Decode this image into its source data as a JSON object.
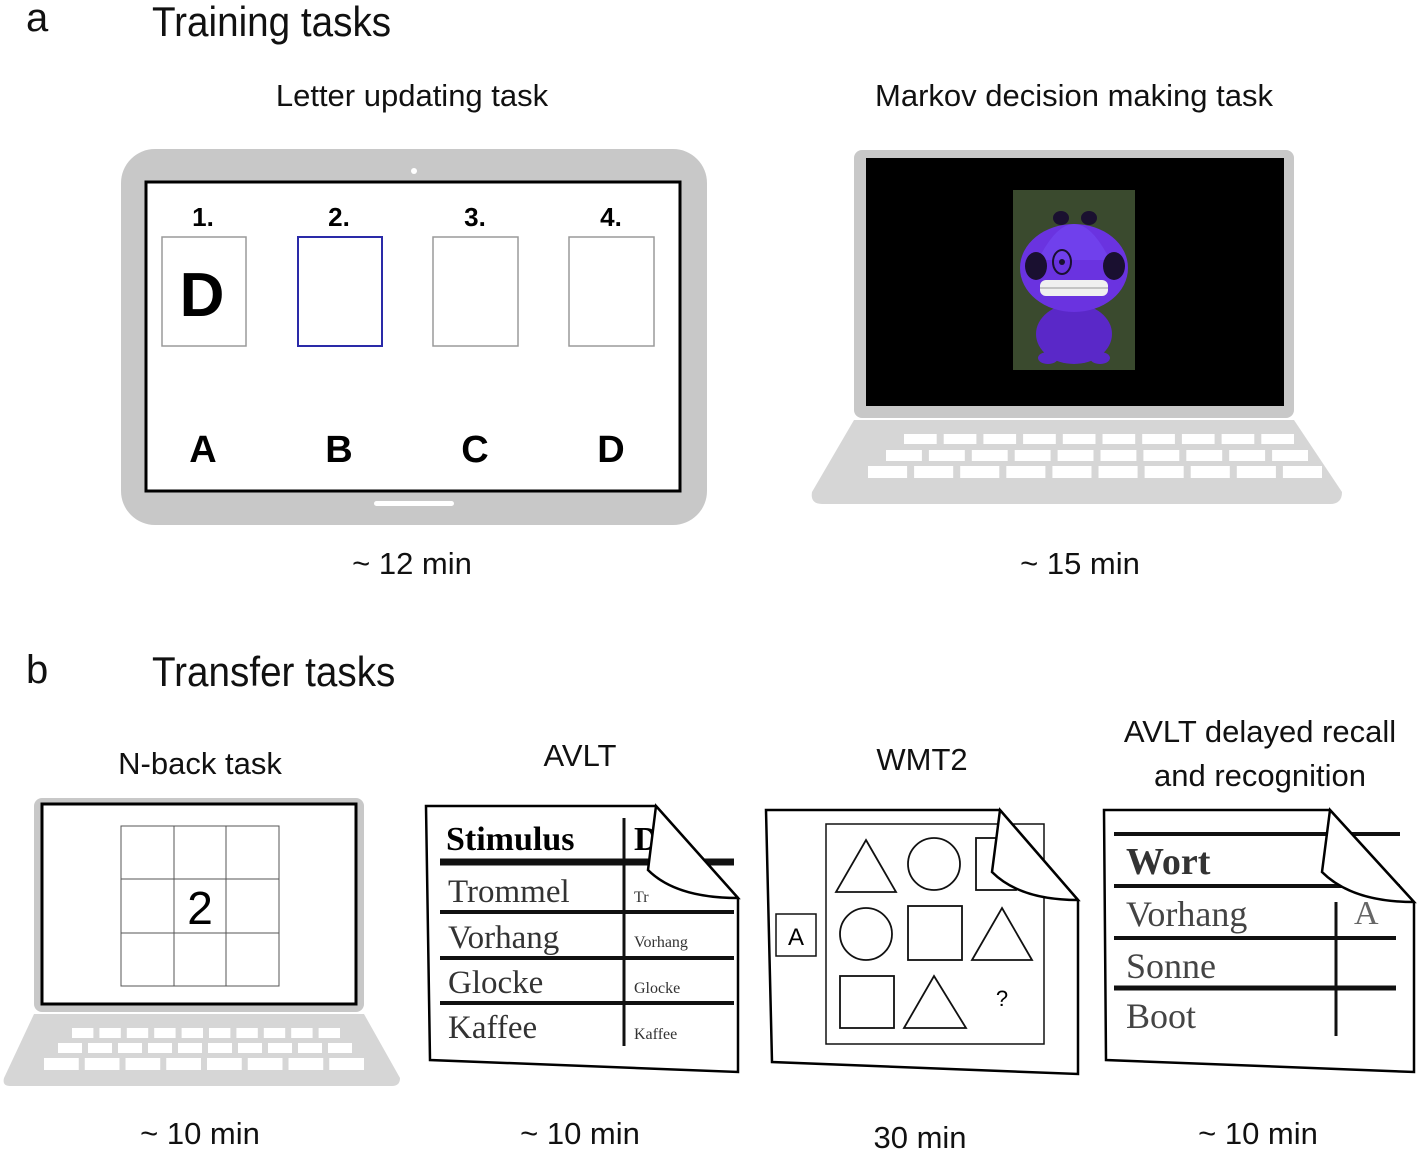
{
  "panel_a": {
    "letter": "a",
    "title": "Training tasks",
    "tasks": [
      {
        "caption": "Letter updating task",
        "duration": "~ 12 min",
        "slot_numbers": [
          "1.",
          "2.",
          "3.",
          "4."
        ],
        "shown_letter": "D",
        "options": [
          "A",
          "B",
          "C",
          "D"
        ]
      },
      {
        "caption": "Markov decision making task",
        "duration": "~ 15 min"
      }
    ]
  },
  "panel_b": {
    "letter": "b",
    "title": "Transfer tasks",
    "tasks": [
      {
        "caption": "N-back task",
        "duration": "~ 10 min",
        "grid_digit": "2"
      },
      {
        "caption": "AVLT",
        "duration": "~ 10 min",
        "header": "Stimulus",
        "header_cut": "D",
        "words": [
          "Trommel",
          "Vorhang",
          "Glocke",
          "Kaffee"
        ],
        "small_words": [
          "Tr",
          "Vorhang",
          "Glocke",
          "Kaffee"
        ]
      },
      {
        "caption": "WMT2",
        "duration": "30 min",
        "sample_letter": "A",
        "question": "?"
      },
      {
        "caption_lines": [
          "AVLT delayed recall",
          "and recognition"
        ],
        "duration": "~ 10 min",
        "header": "Wort",
        "words": [
          "Vorhang",
          "Sonne",
          "Boot"
        ],
        "mark": "A"
      }
    ]
  },
  "colors": {
    "device_gray": "#c8c8c8",
    "device_light": "#d6d6d6",
    "slot_blue": "#2a2aa8",
    "creature_purple": "#6a33e0"
  }
}
